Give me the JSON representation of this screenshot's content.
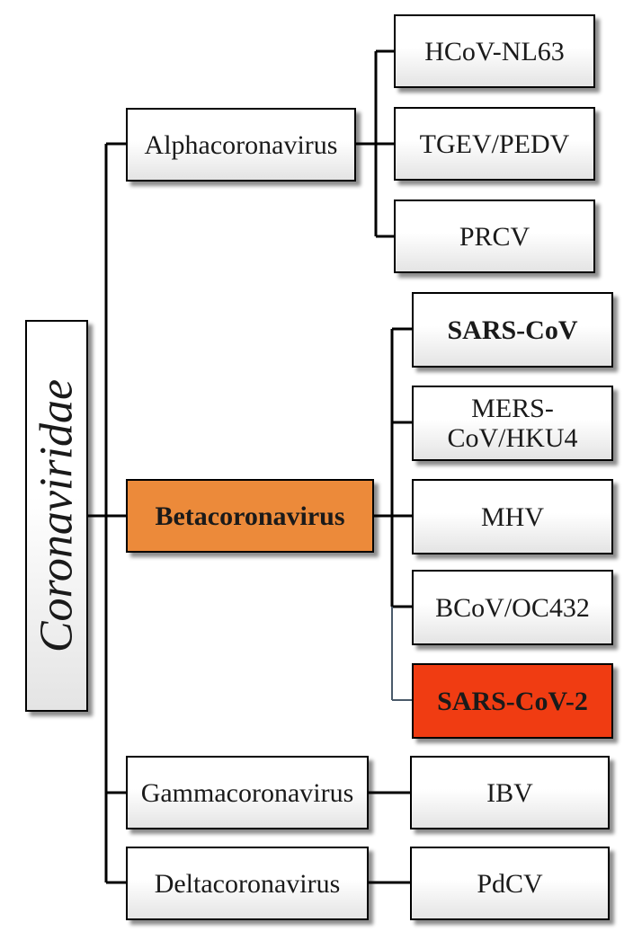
{
  "root": {
    "label": "Coronaviridae"
  },
  "genera": [
    {
      "label": "Alphacoronavirus",
      "species": [
        "HCoV-NL63",
        "TGEV/PEDV",
        "PRCV"
      ]
    },
    {
      "label": "Betacoronavirus",
      "highlight": "#ec8a3a",
      "species": [
        "SARS-CoV",
        "MERS-CoV/HKU4",
        "MHV",
        "BCoV/OC432",
        "SARS-CoV-2"
      ]
    },
    {
      "label": "Gammacoronavirus",
      "species": [
        "IBV"
      ]
    },
    {
      "label": "Deltacoronavirus",
      "species": [
        "PdCV"
      ]
    }
  ],
  "colors": {
    "betacoronavirus": "#ec8a3a",
    "sars_cov_2": "#f03c12",
    "line": "#000000",
    "line_light": "#4a5a6a"
  }
}
